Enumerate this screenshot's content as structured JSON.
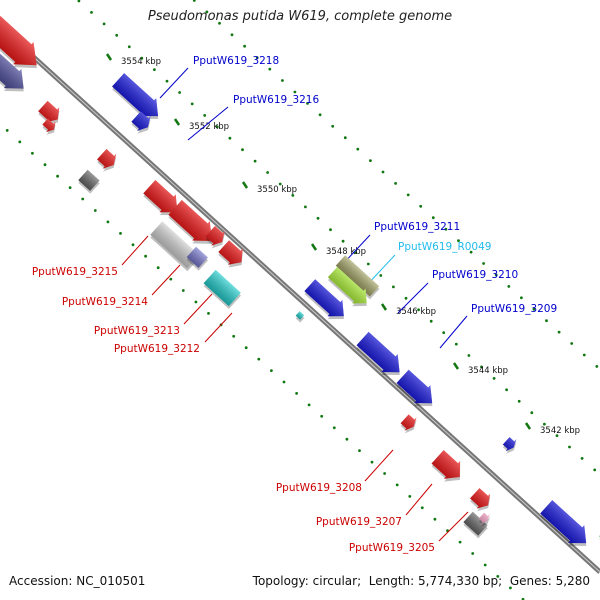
{
  "title": "Pseudomonas putida W619, complete genome",
  "footer": {
    "accession_label": "Accession:",
    "accession": "NC_010501",
    "topology_label": "Topology:",
    "topology": "circular",
    "length_label": "Length:",
    "length": "5,774,330 bp",
    "genes_label": "Genes:",
    "genes": "5,280"
  },
  "colors": {
    "red": "#ee1111",
    "blue": "#1111dd",
    "slate": "#4a4a9a",
    "gray": "#666666",
    "lightgray": "#cfcfcf",
    "cyan": "#22cccc",
    "olive": "#a6a66a",
    "lime": "#aaee33",
    "green": "#33cc33",
    "purple": "#7777cc",
    "pink": "#ffaacc",
    "backbone": "#888888",
    "tick": "#117711",
    "label_red": "#cc0000",
    "label_blue": "#0000cc",
    "label_cyan": "#22bbee"
  },
  "scale_ticks": [
    {
      "label": "3554 kbp"
    },
    {
      "label": "3552 kbp"
    },
    {
      "label": "3550 kbp"
    },
    {
      "label": "3548 kbp"
    },
    {
      "label": "3546 kbp"
    },
    {
      "label": "3544 kbp"
    },
    {
      "label": "3542 kbp"
    }
  ],
  "gene_labels": [
    {
      "text": "PputW619_3218",
      "color": "blue"
    },
    {
      "text": "PputW619_3216",
      "color": "blue"
    },
    {
      "text": "PputW619_3211",
      "color": "blue"
    },
    {
      "text": "PputW619_R0049",
      "color": "cyan"
    },
    {
      "text": "PputW619_3210",
      "color": "blue"
    },
    {
      "text": "PputW619_3209",
      "color": "blue"
    },
    {
      "text": "PputW619_3215",
      "color": "red"
    },
    {
      "text": "PputW619_3214",
      "color": "red"
    },
    {
      "text": "PputW619_3213",
      "color": "red"
    },
    {
      "text": "PputW619_3212",
      "color": "red"
    },
    {
      "text": "PputW619_3208",
      "color": "red"
    },
    {
      "text": "PputW619_3207",
      "color": "red"
    },
    {
      "text": "PputW619_3205",
      "color": "red"
    }
  ]
}
